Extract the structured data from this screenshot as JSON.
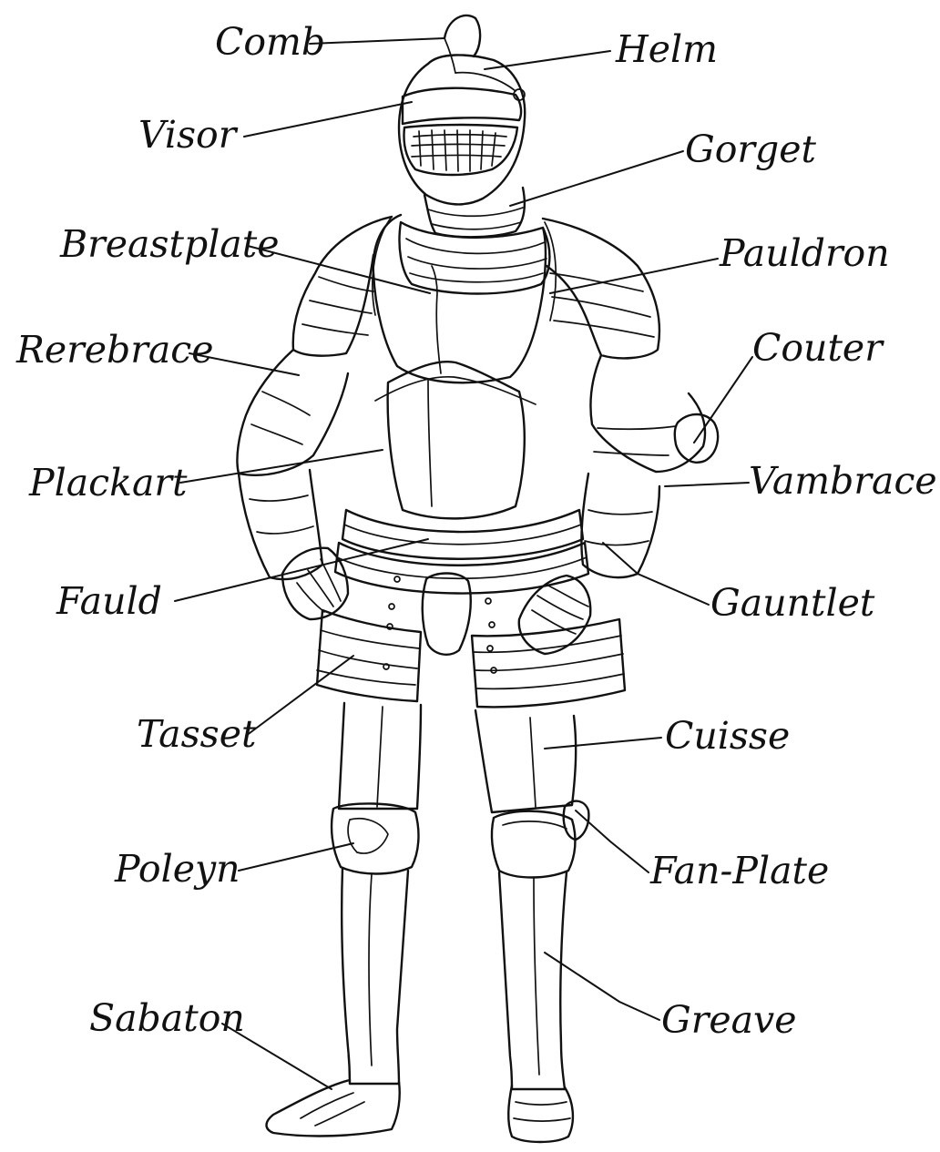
{
  "labels": {
    "comb": "Comb",
    "helm": "Helm",
    "visor": "Visor",
    "gorget": "Gorget",
    "breastplate": "Breastplate",
    "pauldron": "Pauldron",
    "rerebrace": "Rerebrace",
    "couter": "Couter",
    "plackart": "Plackart",
    "vambrace": "Vambrace",
    "fauld": "Fauld",
    "gauntlet": "Gauntlet",
    "tasset": "Tasset",
    "cuisse": "Cuisse",
    "poleyn": "Poleyn",
    "fan_plate": "Fan-Plate",
    "sabaton": "Sabaton",
    "greave": "Greave"
  }
}
